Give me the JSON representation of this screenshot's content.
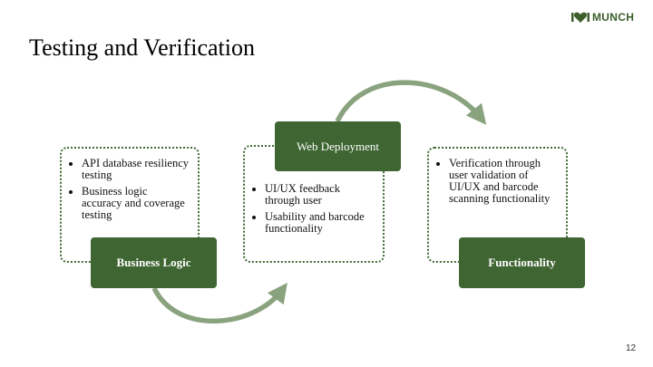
{
  "slide": {
    "title": "Testing and Verification",
    "page_number": "12",
    "logo_text": "MUNCH"
  },
  "stages": [
    {
      "label": "Business Logic",
      "bullets": [
        "API database resiliency testing",
        "Business logic accuracy and coverage testing"
      ]
    },
    {
      "label": "Web Deployment",
      "bullets": [
        "UI/UX feedback through user",
        "Usability and barcode functionality"
      ]
    },
    {
      "label": "Functionality",
      "bullets": [
        "Verification through user validation of UI/UX and barcode scanning functionality"
      ]
    }
  ],
  "colors": {
    "accent": "#3e6532",
    "arrow": "#8aa37f"
  }
}
